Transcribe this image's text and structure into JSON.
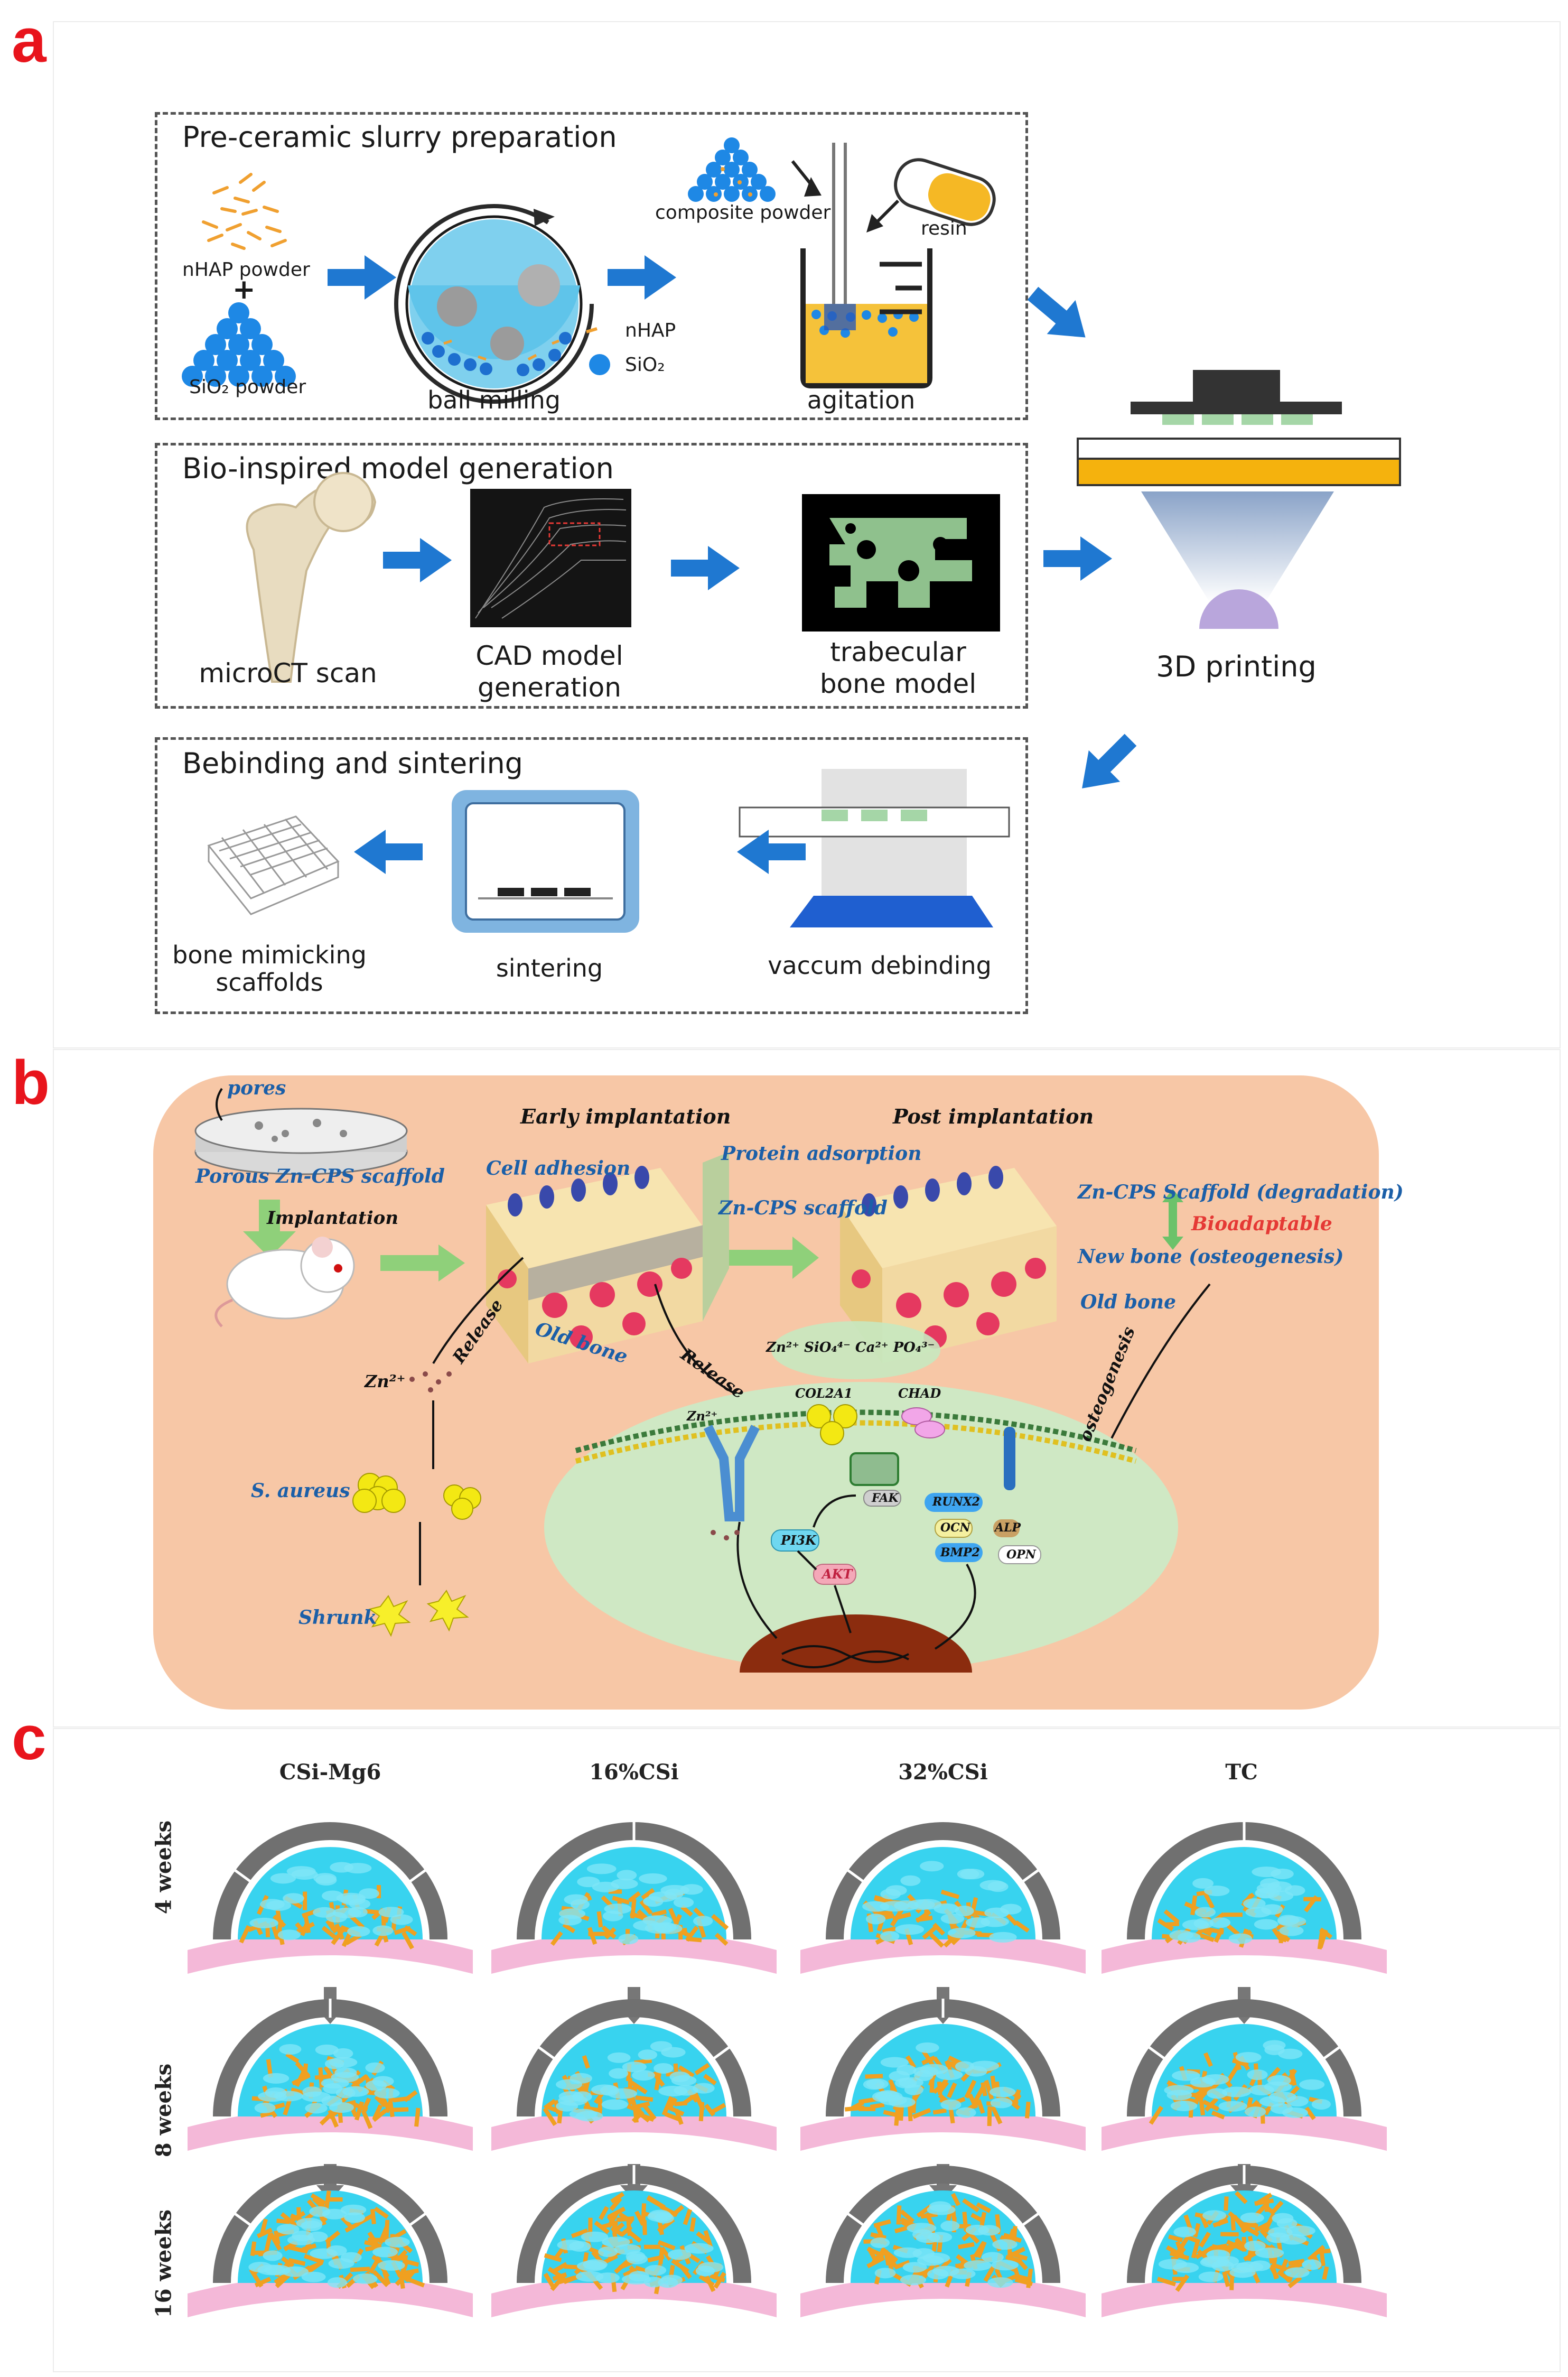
{
  "panel_labels": {
    "a": "a",
    "b": "b",
    "c": "c"
  },
  "panel_a": {
    "sections": {
      "slurry": "Pre-ceramic slurry preparation",
      "model": "Bio-inspired model generation",
      "sinter": "Bebinding and sintering"
    },
    "labels": {
      "nhap_powder": "nHAP powder",
      "plus": "+",
      "sio2_powder": "SiO₂ powder",
      "ball_milling": "ball milling",
      "legend_nhap": "nHAP",
      "legend_sio2": "SiO₂",
      "composite_powder": "composite powder",
      "resin": "resin",
      "agitation": "agitation",
      "microct": "microCT scan",
      "cad_1": "CAD model",
      "cad_2": "generation",
      "trab_1": "trabecular",
      "trab_2": "bone model",
      "printing": "3D printing",
      "scaffold_1": "bone mimicking",
      "scaffold_2": "scaffolds",
      "sintering": "sintering",
      "debinding": "vaccum debinding"
    }
  },
  "panel_b": {
    "pores": "pores",
    "porous_scaffold": "Porous Zn-CPS scaffold",
    "implantation": "Implantation",
    "early": "Early implantation",
    "post": "Post implantation",
    "cell_adhesion": "Cell adhesion",
    "protein_adsorption": "Protein adsorption",
    "zn_cps_scaffold": "Zn-CPS scaffold",
    "release_1": "Release",
    "release_2": "Release",
    "old_bone_1": "Old bone",
    "old_bone_2": "Old bone",
    "degradation": "Zn-CPS Scaffold (degradation)",
    "bioadaptable": "Bioadaptable",
    "new_bone": "New bone (osteogenesis)",
    "osteogenesis": "osteogenesis",
    "zn_ion": "Zn²⁺",
    "ions": "Zn²⁺  SiO₄⁴⁻  Ca²⁺  PO₄³⁻",
    "s_aureus": "S. aureus",
    "shrunk": "Shrunk",
    "col2a1": "COL2A1",
    "chad": "CHAD",
    "zn_cell": "Zn²⁺",
    "fak": "FAK",
    "pi3k": "PI3K",
    "akt": "AKT",
    "runx2": "RUNX2",
    "alp": "ALP",
    "ocn": "OCN",
    "bmp2": "BMP2",
    "opn": "OPN",
    "up_arrow": "↑"
  },
  "panel_c": {
    "columns": [
      "CSi-Mg6",
      "16%CSi",
      "32%CSi",
      "TC"
    ],
    "rows": [
      "4 weeks",
      "8 weeks",
      "16 weeks"
    ]
  },
  "colors": {
    "panel_letter": "#e8141c",
    "arrow_blue": "#1f78d1",
    "sio2_blue": "#1e88e5",
    "nhap_orange": "#f0a030",
    "b_background": "#f7c7a6",
    "cell_green": "#cfe8c4",
    "c_cyan": "#38d3ef",
    "c_orange": "#f0a020",
    "c_shell": "#707070",
    "c_pink": "#f4b8d8"
  }
}
